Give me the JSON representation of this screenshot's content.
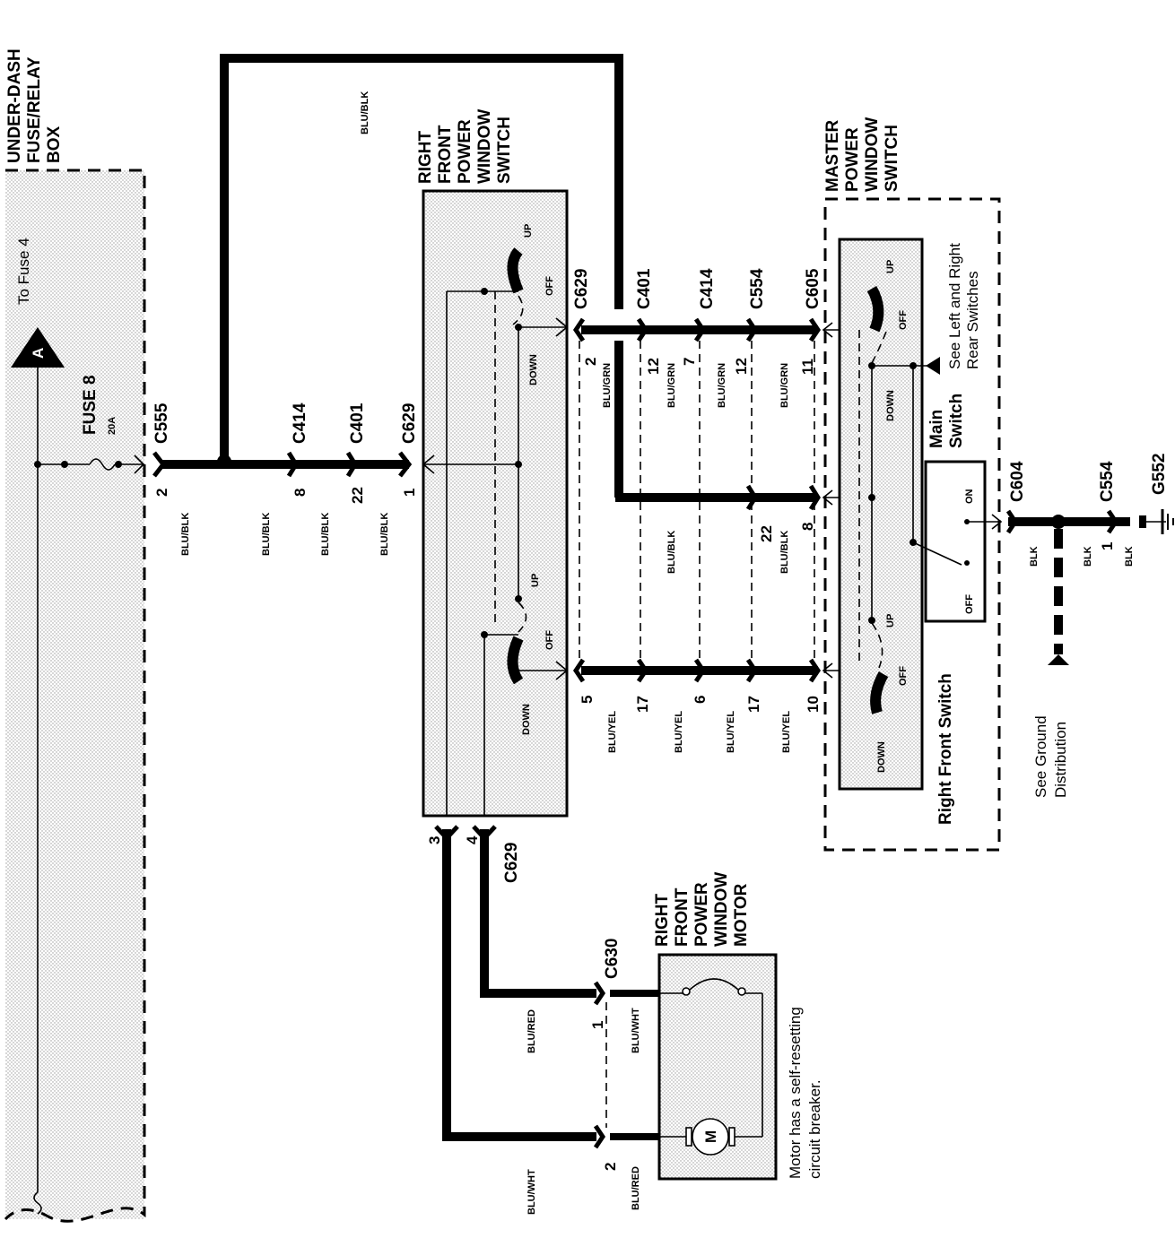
{
  "titles": {
    "fuse_box": [
      "UNDER-DASH",
      "FUSE/RELAY",
      "BOX"
    ],
    "rf_switch": [
      "RIGHT",
      "FRONT",
      "POWER",
      "WINDOW",
      "SWITCH"
    ],
    "master_switch": [
      "MASTER",
      "POWER",
      "WINDOW",
      "SWITCH"
    ],
    "motor": [
      "RIGHT",
      "FRONT",
      "POWER",
      "WINDOW",
      "MOTOR"
    ]
  },
  "labels": {
    "to_fuse": "To Fuse 4",
    "node_a": "A",
    "fuse_name": "FUSE 8",
    "fuse_rating": "20A",
    "main_switch": [
      "Main",
      "Switch"
    ],
    "right_front_switch": "Right Front Switch",
    "see_rear": [
      "See Left and Right",
      "Rear Switches"
    ],
    "see_ground": [
      "See Ground",
      "Distribution"
    ],
    "motor_note": [
      "Motor has a self-resetting",
      "circuit breaker."
    ],
    "up": "UP",
    "off": "OFF",
    "down": "DOWN",
    "on": "ON",
    "motor_symbol": "M"
  },
  "connectors": {
    "c555": "C555",
    "c414": "C414",
    "c401": "C401",
    "c629": "C629",
    "c554": "C554",
    "c605": "C605",
    "c604": "C604",
    "c630": "C630",
    "g552": "G552"
  },
  "wires": {
    "blu_blk": "BLU/BLK",
    "blu_grn": "BLU/GRN",
    "blu_yel": "BLU/YEL",
    "blu_red": "BLU/RED",
    "blu_wht": "BLU/WHT",
    "blk": "BLK"
  },
  "pins": {
    "c555": "2",
    "c414_main": "8",
    "c401_main": "22",
    "c629_main": "1",
    "c629_grn": "2",
    "c401_grn": "12",
    "c414_grn": "7",
    "c554_grn": "12",
    "c605_grn": "11",
    "c554_blk": "22",
    "c605_blk": "8",
    "c629_yel": "5",
    "c401_yel": "17",
    "c414_yel": "6",
    "c554_yel": "17",
    "c605_yel": "10",
    "c629_3": "3",
    "c629_4": "4",
    "c630_1": "1",
    "c630_2": "2",
    "c554_gnd": "1"
  }
}
